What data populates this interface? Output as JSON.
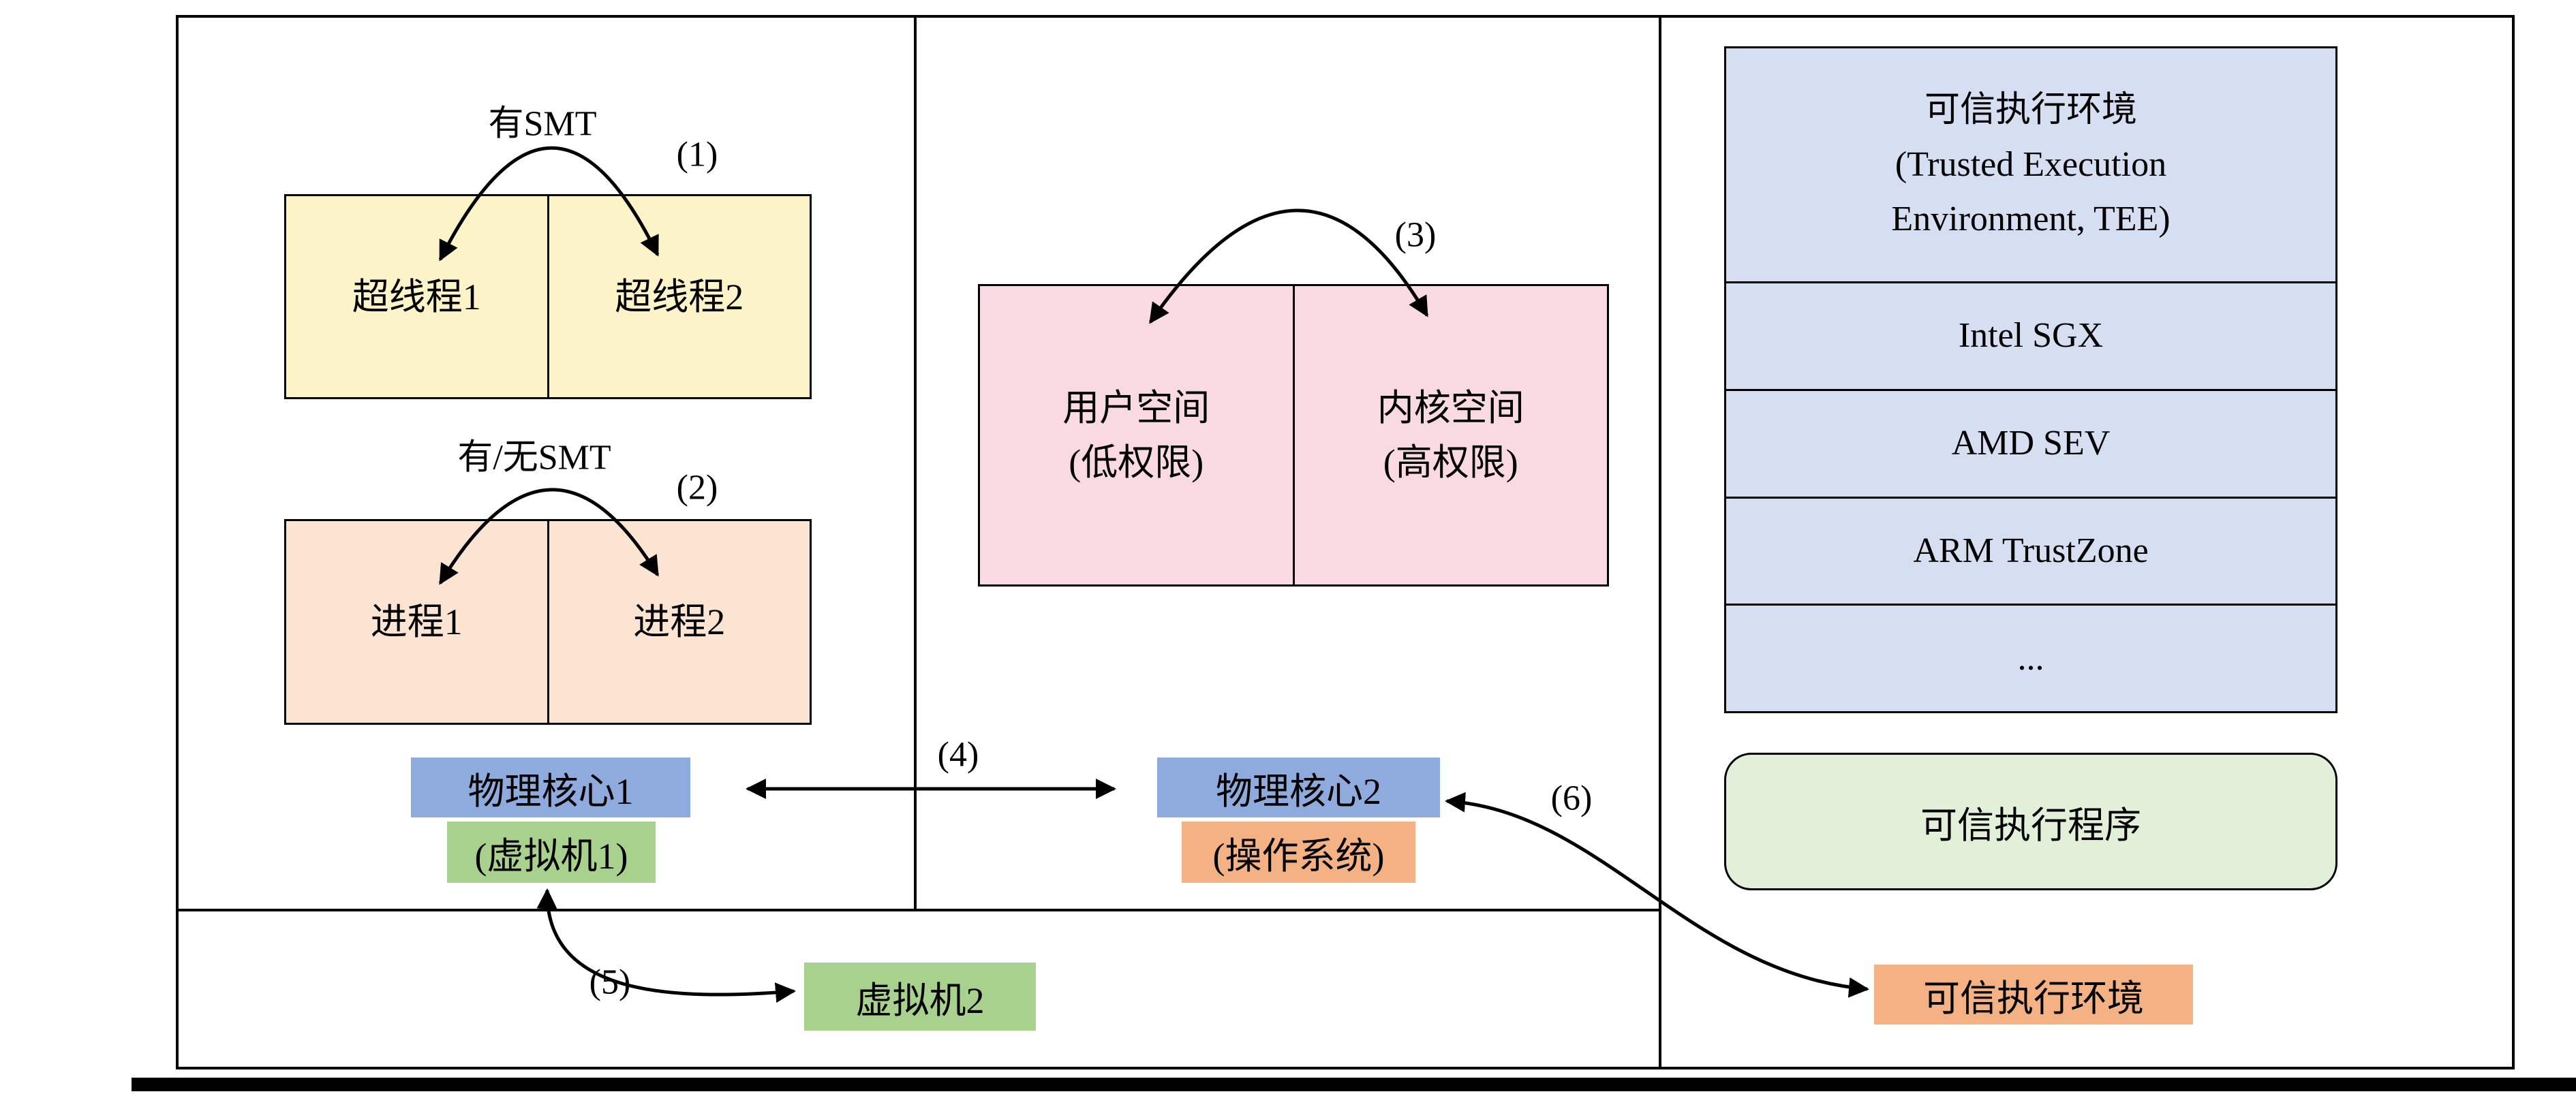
{
  "diagram": {
    "annotations": {
      "smt_label": "有SMT",
      "smt_opt_label": "有/无SMT",
      "num1": "(1)",
      "num2": "(2)",
      "num3": "(3)",
      "num4": "(4)",
      "num5": "(5)",
      "num6": "(6)"
    },
    "left_panel": {
      "hyperthread1": "超线程1",
      "hyperthread2": "超线程2",
      "process1": "进程1",
      "process2": "进程2",
      "core1": "物理核心1",
      "vm1": "(虚拟机1)"
    },
    "middle_panel": {
      "user_space_line1": "用户空间",
      "user_space_line2": "(低权限)",
      "kernel_space_line1": "内核空间",
      "kernel_space_line2": "(高权限)",
      "core2": "物理核心2",
      "os": "(操作系统)"
    },
    "right_panel": {
      "tee_header_line1": "可信执行环境",
      "tee_header_line2": "(Trusted Execution",
      "tee_header_line3": "Environment, TEE)",
      "tee_row1": "Intel SGX",
      "tee_row2": "AMD SEV",
      "tee_row3": "ARM TrustZone",
      "tee_row4": "...",
      "trusted_app": "可信执行程序",
      "tee_tag": "可信执行环境"
    },
    "bottom_panel": {
      "vm2": "虚拟机2"
    },
    "colors": {
      "yellow_cell": "#fdf3c8",
      "peach_cell": "#fbe5d2",
      "pink_cell": "#f9dae2",
      "core_blue": "#8faadc",
      "vm_green": "#a9d18e",
      "os_orange": "#f4b183",
      "tee_stack_fill": "#d6def2",
      "trusted_app_fill": "#e2f0d9",
      "line_black": "#000000"
    }
  }
}
